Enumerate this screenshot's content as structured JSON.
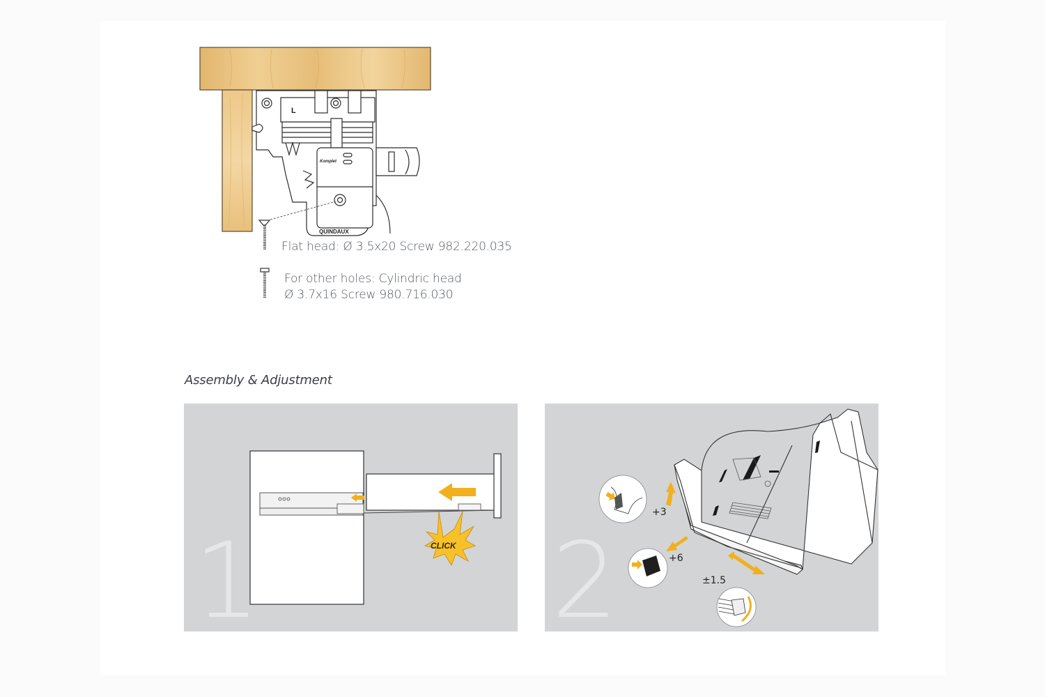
{
  "mounting_diagram": {
    "cabinet_marker": "L",
    "brand_plate": "Komplet",
    "brand_logo": "QUINDAUX",
    "screw_notes": [
      {
        "icon": "flat-head-screw-icon",
        "lines": [
          "Flat head: Ø 3.5x20 Screw 982.220.035"
        ]
      },
      {
        "icon": "cylindric-head-screw-icon",
        "lines": [
          "For other holes: Cylindric head",
          "Ø 3.7x16 Screw 980.716.030"
        ]
      }
    ]
  },
  "section": {
    "title": "Assembly & Adjustment"
  },
  "steps": [
    {
      "number": "1",
      "callout": "CLICK"
    },
    {
      "number": "2",
      "adjustments": [
        {
          "label": "+3",
          "direction": "height"
        },
        {
          "label": "+6",
          "direction": "side"
        },
        {
          "label": "±1.5",
          "direction": "depth"
        }
      ]
    }
  ],
  "colors": {
    "panel_bg": "#d3d4d6",
    "accent_arrow": "#f2b01e",
    "wood": "#e9c27f",
    "text": "#555a60"
  }
}
